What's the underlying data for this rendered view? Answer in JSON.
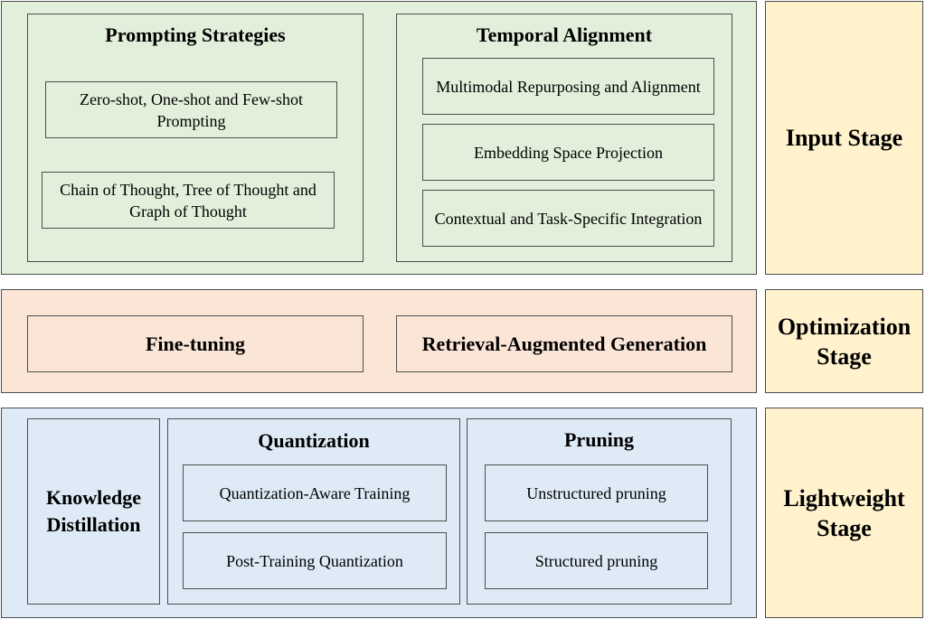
{
  "input_stage": {
    "label": "Input Stage",
    "prompting": {
      "title": "Prompting Strategies",
      "items": [
        "Zero-shot, One-shot and Few-shot Prompting",
        "Chain of Thought, Tree of Thought and Graph of Thought"
      ]
    },
    "temporal": {
      "title": "Temporal Alignment",
      "items": [
        "Multimodal Repurposing and Alignment",
        "Embedding Space Projection",
        "Contextual and Task-Specific Integration"
      ]
    }
  },
  "optimization_stage": {
    "label": "Optimization Stage",
    "items": [
      "Fine-tuning",
      "Retrieval-Augmented Generation"
    ]
  },
  "lightweight_stage": {
    "label": "Lightweight Stage",
    "distillation": "Knowledge Distillation",
    "quantization": {
      "title": "Quantization",
      "items": [
        "Quantization-Aware Training",
        "Post-Training Quantization"
      ]
    },
    "pruning": {
      "title": "Pruning",
      "items": [
        "Unstructured pruning",
        "Structured pruning"
      ]
    }
  }
}
